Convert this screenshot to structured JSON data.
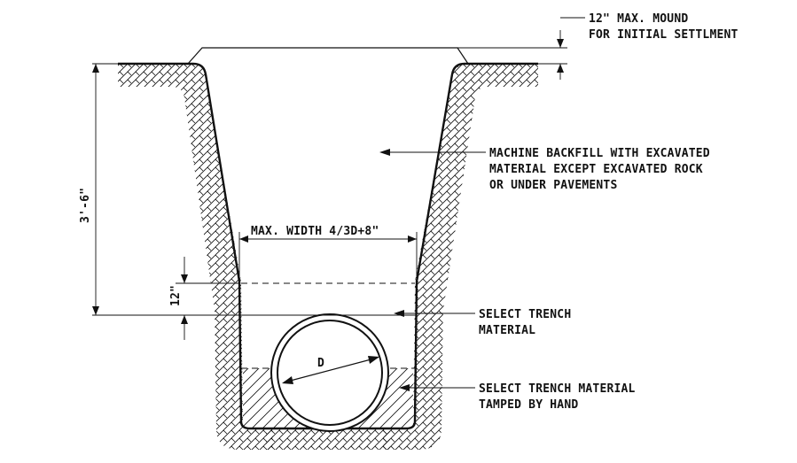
{
  "labels": {
    "mound_line1": "12\" MAX. MOUND",
    "mound_line2": "FOR INITIAL SETTLMENT",
    "backfill_line1": "MACHINE BACKFILL WITH EXCAVATED",
    "backfill_line2": "MATERIAL EXCEPT EXCAVATED ROCK",
    "backfill_line3": "OR UNDER PAVEMENTS",
    "max_width": "MAX. WIDTH 4/3D+8\"",
    "select_line1": "SELECT TRENCH",
    "select_line2": "MATERIAL",
    "tamped_line1": "SELECT TRENCH MATERIAL",
    "tamped_line2": "TAMPED BY HAND",
    "depth": "3'-6\"",
    "twelve_inch": "12\"",
    "pipe_diameter": "D"
  },
  "colors": {
    "ink": "#111111",
    "background": "#ffffff"
  }
}
